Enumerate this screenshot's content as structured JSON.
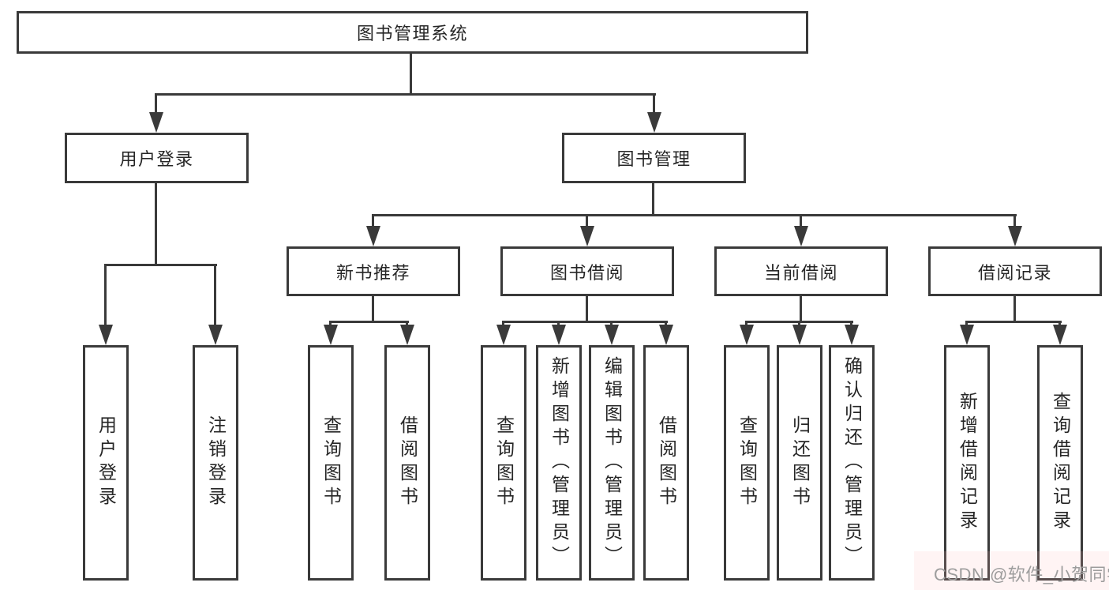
{
  "tree": {
    "root": "图书管理系统",
    "branches": [
      {
        "label": "用户登录",
        "children": [
          "用户登录",
          "注销登录"
        ]
      },
      {
        "label": "图书管理",
        "children": [
          {
            "label": "新书推荐",
            "children": [
              "查询图书",
              "借阅图书"
            ]
          },
          {
            "label": "图书借阅",
            "children": [
              "查询图书",
              "新增图书（管理员）",
              "编辑图书（管理员）",
              "借阅图书"
            ]
          },
          {
            "label": "当前借阅",
            "children": [
              "查询图书",
              "归还图书",
              "确认归还（管理员）"
            ]
          },
          {
            "label": "借阅记录",
            "children": [
              "新增借阅记录",
              "查询借阅记录"
            ]
          }
        ]
      }
    ]
  },
  "watermark": {
    "text": "CSDN @软件_小贺同学"
  },
  "colors": {
    "line": "#3a3a3a",
    "text": "#262626",
    "watermark": "#9d9d9d",
    "background": "#ffffff"
  }
}
